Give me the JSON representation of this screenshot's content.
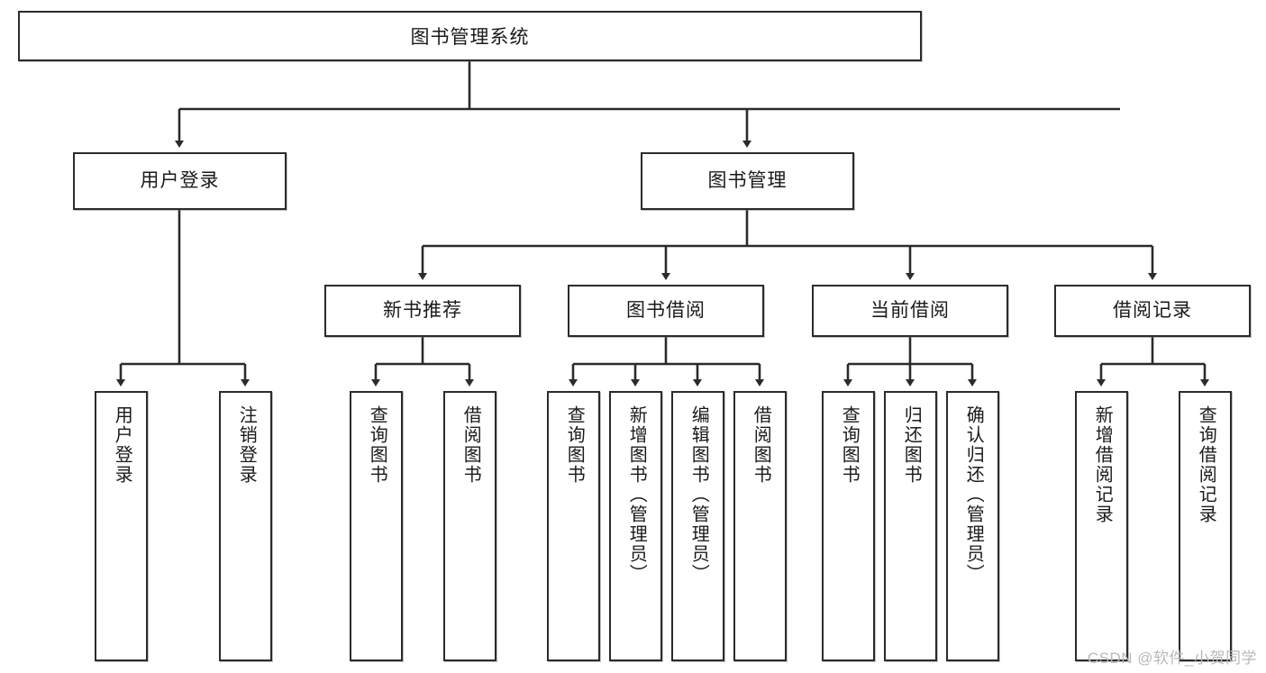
{
  "diagram": {
    "title": "图书管理系统",
    "type": "tree-hierarchy",
    "watermark": "CSDN @软件_小贺同学",
    "colors": {
      "box_border": "#2b2b2b",
      "box_fill": "#ffffff",
      "connector": "#2b2b2b",
      "text": "#1a1a1a",
      "watermark": "#b9b9b9"
    },
    "root": {
      "label": "图书管理系统"
    },
    "level1": [
      {
        "label": "用户登录"
      },
      {
        "label": "图书管理"
      }
    ],
    "level2": [
      {
        "label": "新书推荐"
      },
      {
        "label": "图书借阅"
      },
      {
        "label": "当前借阅"
      },
      {
        "label": "借阅记录"
      }
    ],
    "leaves": {
      "user_login": [
        {
          "label": "用户登录"
        },
        {
          "label": "注销登录"
        }
      ],
      "new_book_recommend": [
        {
          "label": "查询图书"
        },
        {
          "label": "借阅图书"
        }
      ],
      "book_borrow": [
        {
          "label": "查询图书"
        },
        {
          "label": "新增图书（管理员）"
        },
        {
          "label": "编辑图书（管理员）"
        },
        {
          "label": "借阅图书"
        }
      ],
      "current_borrow": [
        {
          "label": "查询图书"
        },
        {
          "label": "归还图书"
        },
        {
          "label": "确认归还（管理员）"
        }
      ],
      "borrow_record": [
        {
          "label": "新增借阅记录"
        },
        {
          "label": "查询借阅记录"
        }
      ]
    }
  }
}
